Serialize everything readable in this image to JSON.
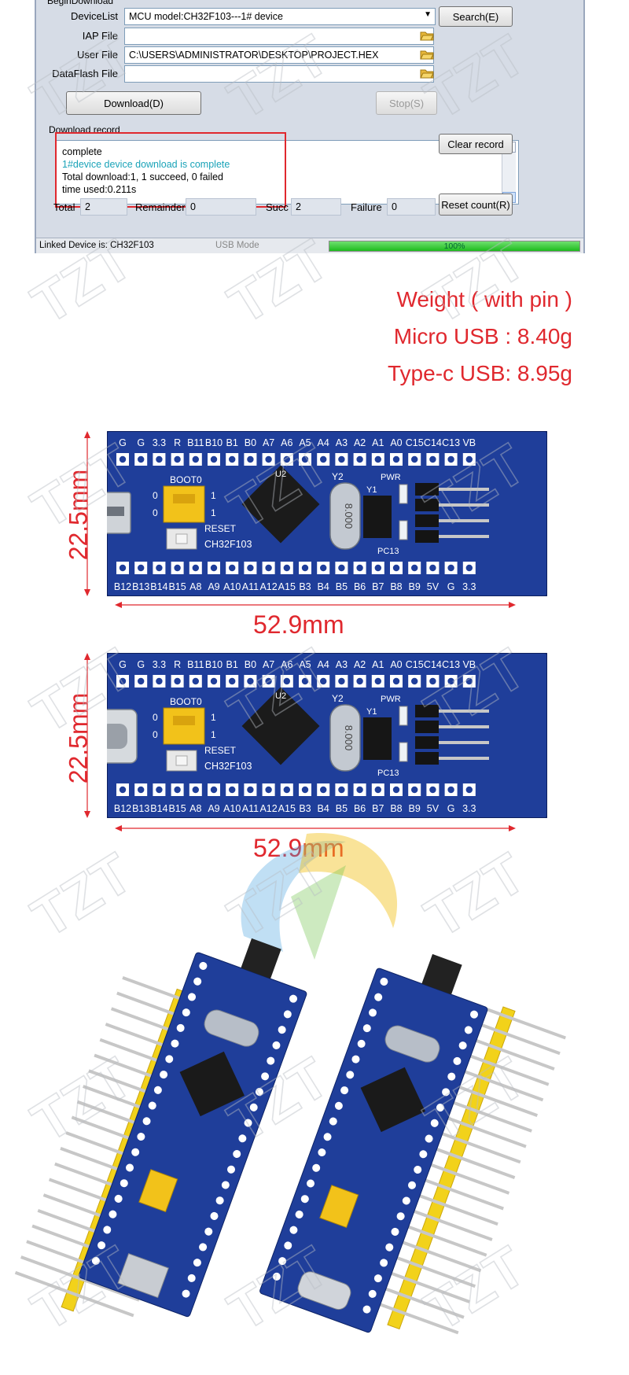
{
  "app": {
    "section_label": "BeginDownload",
    "devicelist_label": "DeviceList",
    "devicelist_value": "MCU model:CH32F103---1# device",
    "search_button": "Search(E)",
    "iap_label": "IAP File",
    "iap_value": "",
    "userfile_label": "User File",
    "userfile_value": "C:\\USERS\\ADMINISTRATOR\\DESKTOP\\PROJECT.HEX",
    "dataflash_label": "DataFlash File",
    "dataflash_value": "",
    "download_button": "Download(D)",
    "stop_button": "Stop(S)",
    "record_title": "Download record",
    "clear_button": "Clear record",
    "log_lines": [
      "complete",
      "1#device device download is complete",
      "Total download:1, 1 succeed, 0 failed",
      "time used:0.211s"
    ],
    "total_label": "Total",
    "total_value": "2",
    "remainder_label": "Remainder",
    "remainder_value": "0",
    "succ_label": "Succ",
    "succ_value": "2",
    "failure_label": "Failure",
    "failure_value": "0",
    "reset_button": "Reset count(R)",
    "status_linked": "Linked Device is: CH32F103",
    "status_mode": "USB Mode",
    "progress_text": "100%",
    "progress_fraction": 1.0
  },
  "weight": {
    "line1": "Weight ( with pin )",
    "line2": "Micro USB : 8.40g",
    "line3": "Type-c USB: 8.95g"
  },
  "board": {
    "top_pins": [
      "G",
      "G",
      "3.3",
      "R",
      "B11",
      "B10",
      "B1",
      "B0",
      "A7",
      "A6",
      "A5",
      "A4",
      "A3",
      "A2",
      "A1",
      "A0",
      "C15",
      "C14",
      "C13",
      "VB"
    ],
    "bottom_pins": [
      "B12",
      "B13",
      "B14",
      "B15",
      "A8",
      "A9",
      "A10",
      "A11",
      "A12",
      "A15",
      "B3",
      "B4",
      "B5",
      "B6",
      "B7",
      "B8",
      "B9",
      "5V",
      "G",
      "3.3"
    ],
    "boot_label": "BOOT0",
    "reset_label": "RESET",
    "chip_label": "CH32F103",
    "crystal_label": "8.000",
    "y1_label": "Y1",
    "y2_label": "Y2",
    "u2_label": "U2",
    "pwr_label": "PWR",
    "pc13_label": "PC13",
    "zero_label": "0",
    "one_label": "1"
  },
  "dimensions": {
    "height": "22.5mm",
    "width": "52.9mm"
  },
  "watermark": "TZT",
  "colors": {
    "accent_red": "#e0282e",
    "pcb_blue": "#1f3e9a",
    "jumper_yellow": "#f2c21a",
    "progress_green": "#1dbb1d"
  }
}
